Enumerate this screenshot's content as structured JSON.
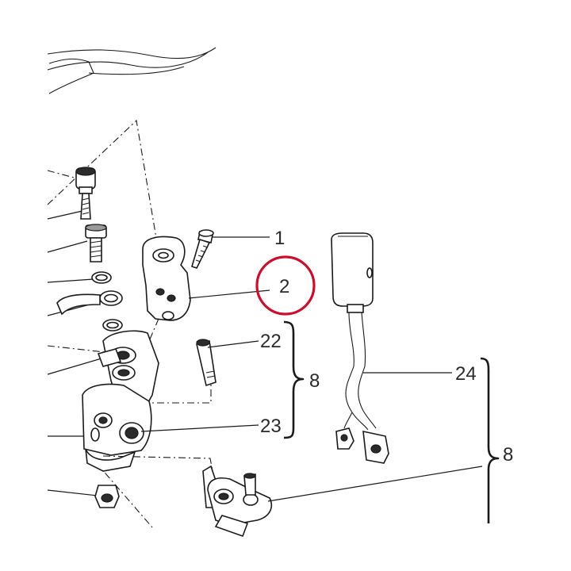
{
  "callouts": {
    "c1": "1",
    "c2": "2",
    "c22": "22",
    "c8a": "8",
    "c23": "23",
    "c24": "24",
    "c8b": "8"
  },
  "colors": {
    "highlight_circle": "#c8102e",
    "line": "#1a1a1a"
  }
}
